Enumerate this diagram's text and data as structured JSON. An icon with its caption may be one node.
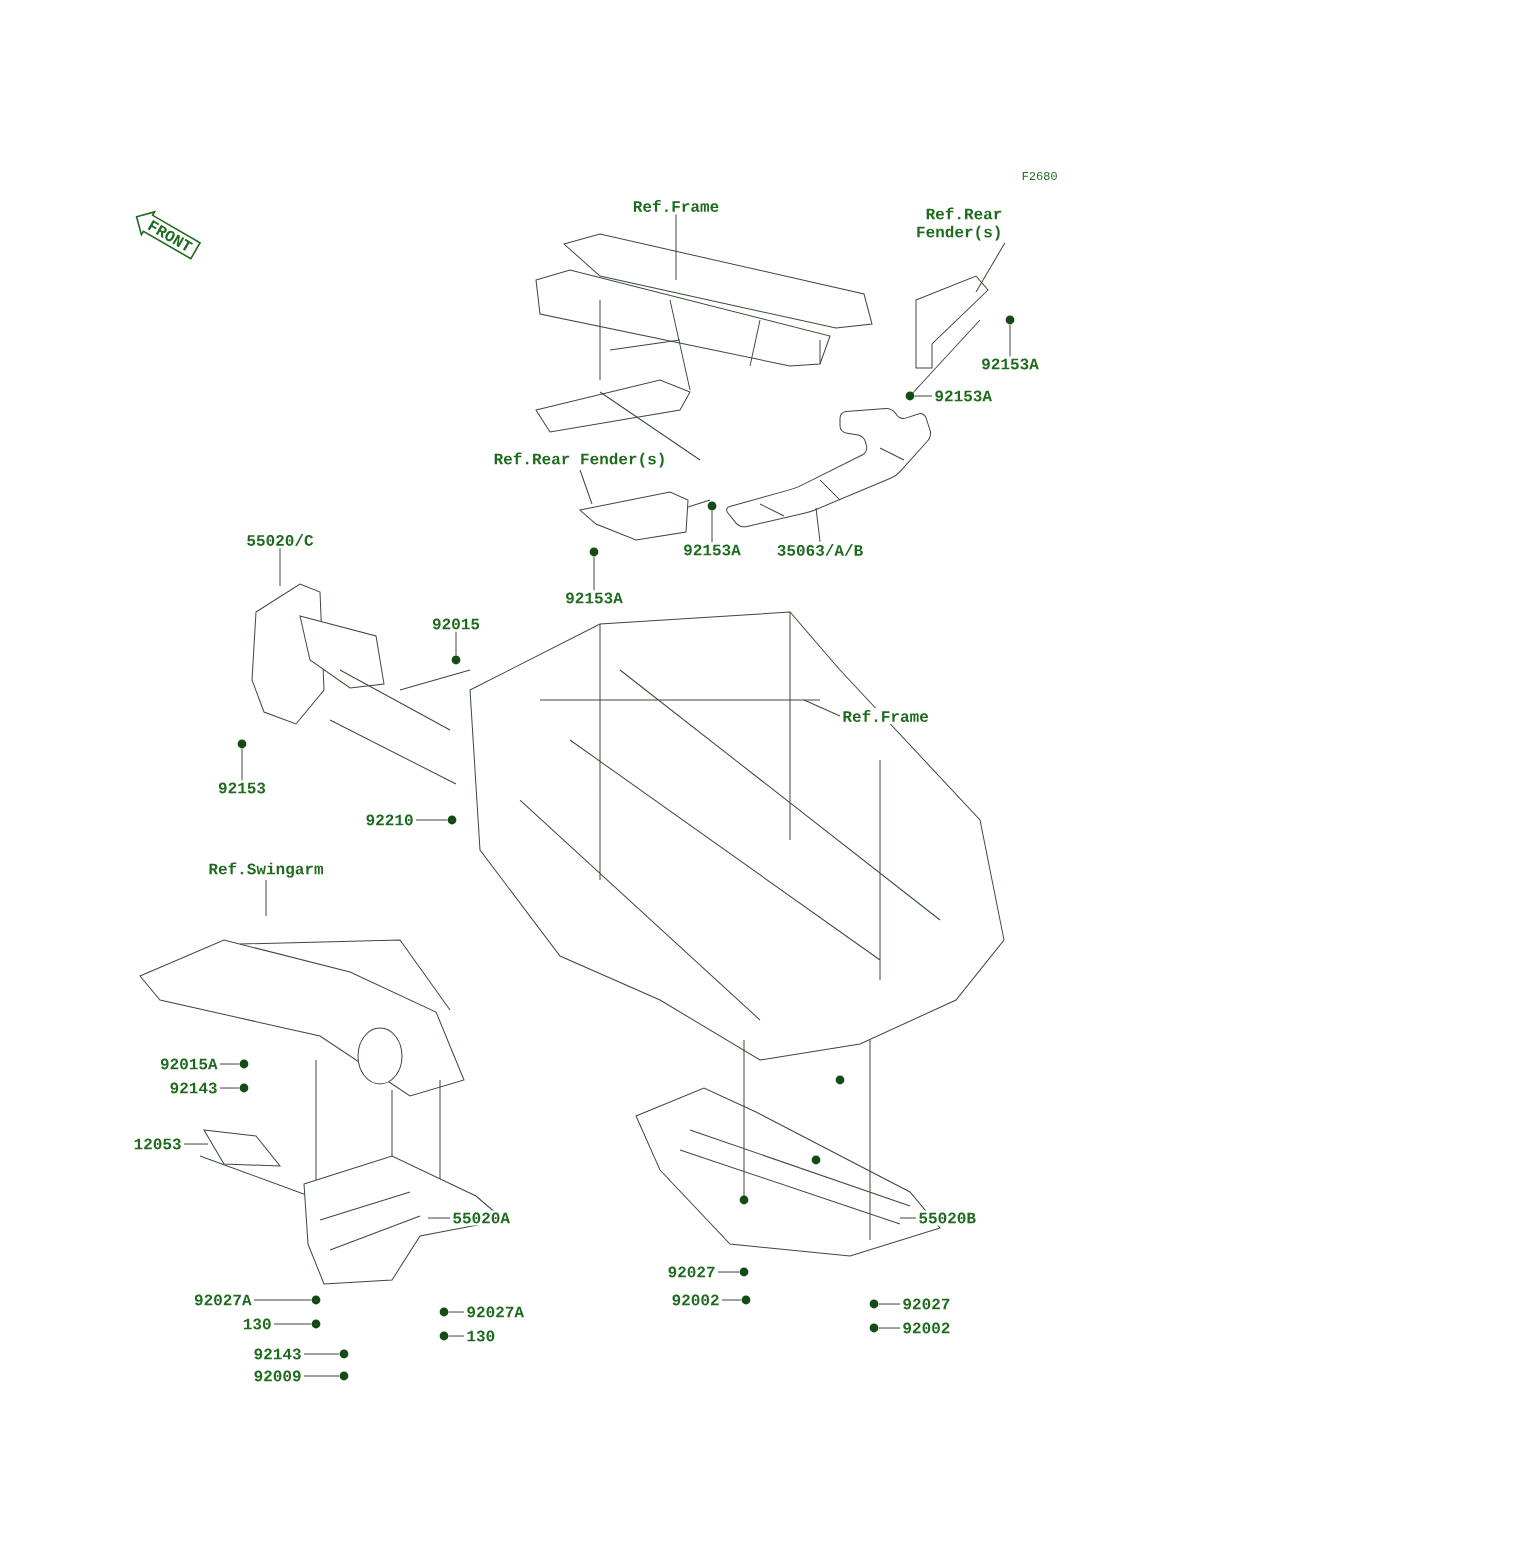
{
  "diagram": {
    "nodes": [
      {
        "text": [
          "FRONT"
        ]
      },
      {
        "text": [
          "Ref.Frame"
        ]
      },
      {
        "text": [
          "Ref.Rear Fender(s)"
        ]
      },
      {
        "text": [
          "92153A"
        ]
      },
      {
        "text": [
          "92153A"
        ]
      },
      {
        "text": [
          "Ref.Rear Fender(s)"
        ]
      },
      {
        "text": [
          "92153A"
        ]
      },
      {
        "text": [
          "35063/A/B"
        ]
      },
      {
        "text": [
          "55020/C"
        ]
      },
      {
        "text": [
          "92153A"
        ]
      },
      {
        "text": [
          "92015"
        ]
      },
      {
        "text": [
          "92153"
        ]
      },
      {
        "text": [
          "92210"
        ]
      },
      {
        "text": [
          "Ref.Frame"
        ]
      },
      {
        "text": [
          "Ref.Swingarm"
        ]
      },
      {
        "text": [
          "92015A"
        ]
      },
      {
        "text": [
          "92143"
        ]
      },
      {
        "text": [
          "12053"
        ]
      },
      {
        "text": [
          "55020A"
        ]
      },
      {
        "text": [
          "92027A"
        ]
      },
      {
        "text": [
          "130"
        ]
      },
      {
        "text": [
          "92143"
        ]
      },
      {
        "text": [
          "92009"
        ]
      },
      {
        "text": [
          "92027A"
        ]
      },
      {
        "text": [
          "130"
        ]
      },
      {
        "text": [
          "55020B"
        ]
      },
      {
        "text": [
          "92027"
        ]
      },
      {
        "text": [
          "92002"
        ]
      },
      {
        "text": [
          "92027"
        ]
      },
      {
        "text": [
          "92002"
        ]
      },
      {
        "text": [],
        "shape": "circle"
      },
      {
        "text": [],
        "shape": "circle"
      },
      {
        "text": [],
        "shape": "circle"
      },
      {
        "text": [],
        "shape": "circle"
      },
      {
        "text": [],
        "shape": "circle"
      },
      {
        "text": [],
        "shape": "circle"
      },
      {
        "text": [],
        "shape": "circle"
      },
      {
        "text": [],
        "shape": "circle"
      },
      {
        "text": [],
        "shape": "circle"
      },
      {
        "text": [],
        "shape": "circle"
      },
      {
        "text": [],
        "shape": "circle"
      },
      {
        "text": [],
        "shape": "circle"
      },
      {
        "text": [],
        "shape": "circle"
      },
      {
        "text": [],
        "shape": "circle"
      },
      {
        "text": [],
        "shape": "circle"
      },
      {
        "text": [],
        "shape": "circle"
      },
      {
        "text": [],
        "shape": "circle"
      },
      {
        "text": [],
        "shape": "circle"
      },
      {
        "text": [],
        "shape": "circle"
      }
    ],
    "edges": [
      {
        "from": 1,
        "to": null,
        "arrow": "none"
      },
      {
        "from": 2,
        "to": null,
        "arrow": "none"
      },
      {
        "from": 3,
        "to": 30,
        "arrow": "none"
      },
      {
        "from": 4,
        "to": 31,
        "arrow": "none"
      },
      {
        "from": 5,
        "to": null,
        "arrow": "none"
      },
      {
        "from": 6,
        "to": 32,
        "arrow": "none"
      },
      {
        "from": 7,
        "to": null,
        "arrow": "none"
      },
      {
        "from": 8,
        "to": null,
        "arrow": "none"
      },
      {
        "from": 9,
        "to": 33,
        "arrow": "none"
      },
      {
        "from": 10,
        "to": 34,
        "arrow": "none"
      },
      {
        "from": 11,
        "to": 35,
        "arrow": "none"
      },
      {
        "from": 12,
        "to": 36,
        "arrow": "none"
      },
      {
        "from": 13,
        "to": null,
        "arrow": "none"
      },
      {
        "from": 14,
        "to": null,
        "arrow": "none"
      },
      {
        "from": 15,
        "to": 37,
        "arrow": "none"
      },
      {
        "from": 16,
        "to": 38,
        "arrow": "none"
      },
      {
        "from": 17,
        "to": null,
        "arrow": "none"
      },
      {
        "from": 18,
        "to": null,
        "arrow": "none"
      },
      {
        "from": 19,
        "to": 39,
        "arrow": "none"
      },
      {
        "from": 20,
        "to": 40,
        "arrow": "none"
      },
      {
        "from": 21,
        "to": 41,
        "arrow": "none"
      },
      {
        "from": 22,
        "to": 42,
        "arrow": "none"
      },
      {
        "from": 23,
        "to": 43,
        "arrow": "none"
      },
      {
        "from": 24,
        "to": 44,
        "arrow": "none"
      },
      {
        "from": 25,
        "to": null,
        "arrow": "none"
      },
      {
        "from": 26,
        "to": 45,
        "arrow": "none"
      },
      {
        "from": 27,
        "to": 46,
        "arrow": "none"
      },
      {
        "from": 28,
        "to": 47,
        "arrow": "none"
      },
      {
        "from": 29,
        "to": 48,
        "arrow": "none"
      }
    ],
    "labels": [
      "F2680"
    ]
  }
}
